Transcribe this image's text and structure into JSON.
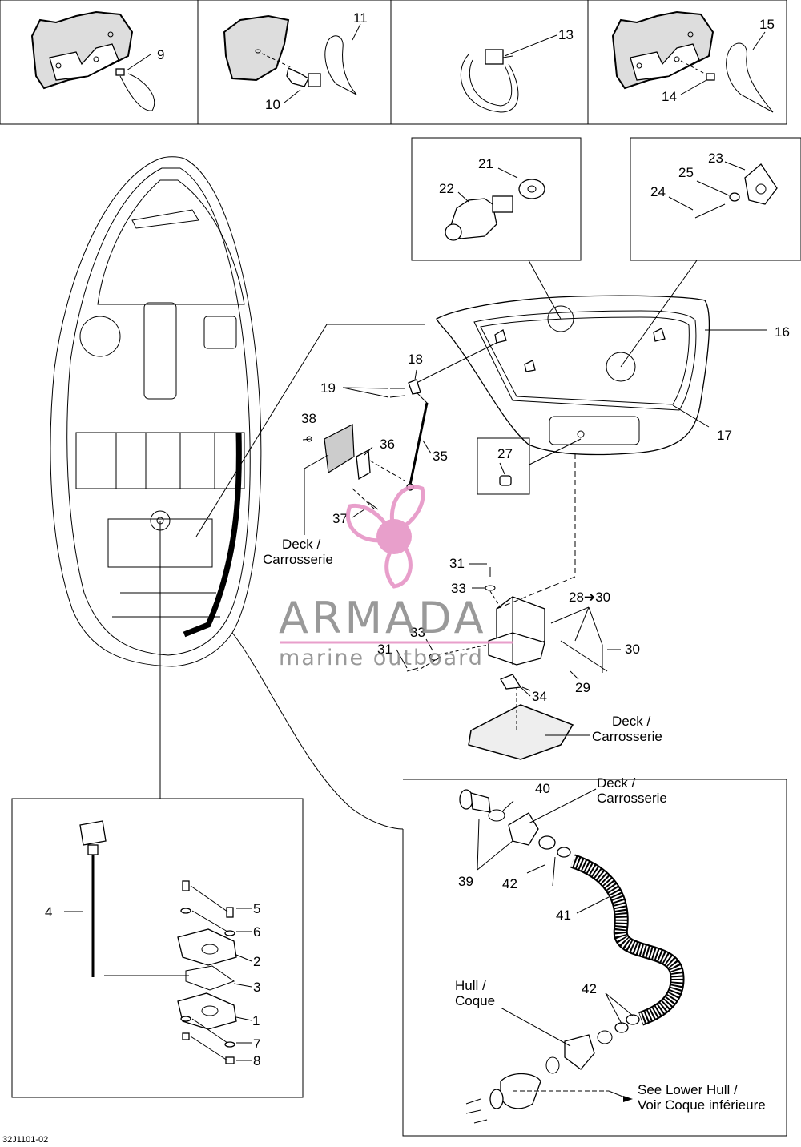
{
  "diagram": {
    "code": "32J1101-02",
    "callouts": {
      "c1": "1",
      "c2": "2",
      "c3": "3",
      "c4": "4",
      "c5": "5",
      "c6": "6",
      "c7": "7",
      "c8": "8",
      "c9": "9",
      "c10": "10",
      "c11": "11",
      "c13": "13",
      "c14": "14",
      "c15": "15",
      "c16": "16",
      "c17": "17",
      "c18": "18",
      "c19": "19",
      "c21": "21",
      "c22": "22",
      "c23": "23",
      "c24": "24",
      "c25": "25",
      "c27": "27",
      "c28_30": "28➔30",
      "c29": "29",
      "c30": "30",
      "c31a": "31",
      "c31b": "31",
      "c33a": "33",
      "c33b": "33",
      "c34": "34",
      "c35": "35",
      "c36": "36",
      "c37": "37",
      "c38": "38",
      "c39": "39",
      "c40": "40",
      "c41": "41",
      "c42a": "42",
      "c42b": "42"
    },
    "labels": {
      "deck_1_line1": "Deck /",
      "deck_1_line2": "Carrosserie",
      "deck_2_line1": "Deck /",
      "deck_2_line2": "Carrosserie",
      "deck_3_line1": "Deck /",
      "deck_3_line2": "Carrosserie",
      "hull_line1": "Hull /",
      "hull_line2": "Coque",
      "see_line1": "See Lower Hull /",
      "see_line2": "Voir Coque inférieure"
    }
  },
  "watermark": {
    "brand": "ARMADA",
    "tagline": "marine outboard",
    "color": "#e58fc3"
  }
}
